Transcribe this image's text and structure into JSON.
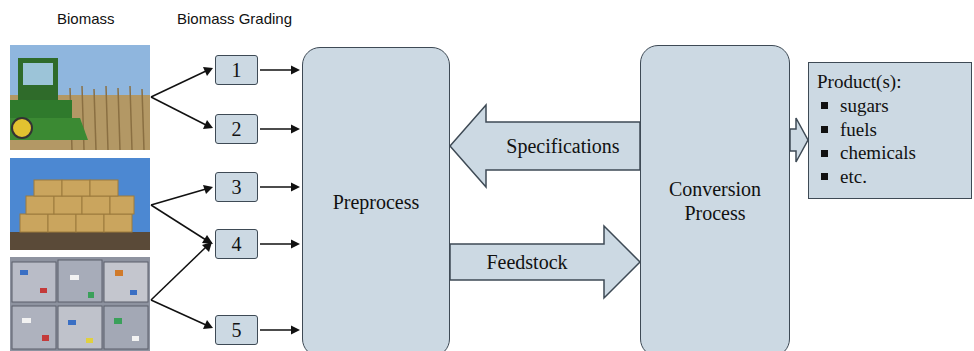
{
  "diagram": {
    "nodes": [
      {
        "text": [
          "1"
        ]
      },
      {
        "text": [
          "2"
        ]
      },
      {
        "text": [
          "3"
        ]
      },
      {
        "text": [
          "4"
        ]
      },
      {
        "text": [
          "5"
        ]
      },
      {
        "text": [
          "Preprocess"
        ]
      },
      {
        "text": [
          "Conversion Process"
        ]
      },
      {
        "text": [
          "Product(s):",
          "sugars",
          "fuels",
          "chemicals",
          "etc."
        ]
      }
    ],
    "edges": [
      {
        "from": 0,
        "to": 5,
        "arrow": "to"
      },
      {
        "from": 1,
        "to": 5,
        "arrow": "to"
      },
      {
        "from": 2,
        "to": 5,
        "arrow": "to"
      },
      {
        "from": 3,
        "to": 5,
        "arrow": "to"
      },
      {
        "from": 4,
        "to": 5,
        "arrow": "to"
      },
      {
        "from": 6,
        "to": 5,
        "label": "Specifications",
        "arrow": "to"
      },
      {
        "from": 5,
        "to": 6,
        "label": "Feedstock",
        "arrow": "to"
      },
      {
        "from": 6,
        "to": 7,
        "arrow": "to"
      }
    ],
    "labels": [
      "Biomass",
      "Biomass Grading"
    ]
  }
}
